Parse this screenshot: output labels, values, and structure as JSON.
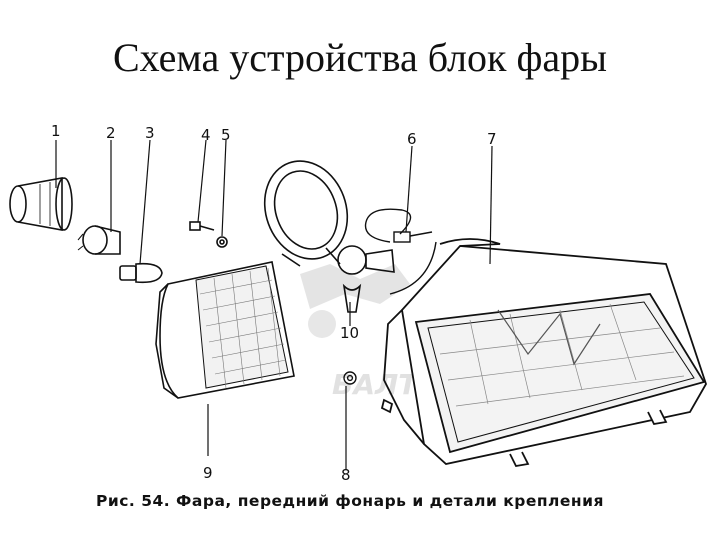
{
  "title": "Схема устройства блок фары",
  "caption": "Рис. 54. Фара, передний фонарь и детали крепления",
  "watermark": "БАЛТКНИГА",
  "callouts": [
    "1",
    "2",
    "3",
    "4",
    "5",
    "6",
    "7",
    "8",
    "9",
    "10"
  ],
  "colors": {
    "ink": "#111111",
    "paper": "#ffffff",
    "watermark": "#c9c9c9"
  }
}
